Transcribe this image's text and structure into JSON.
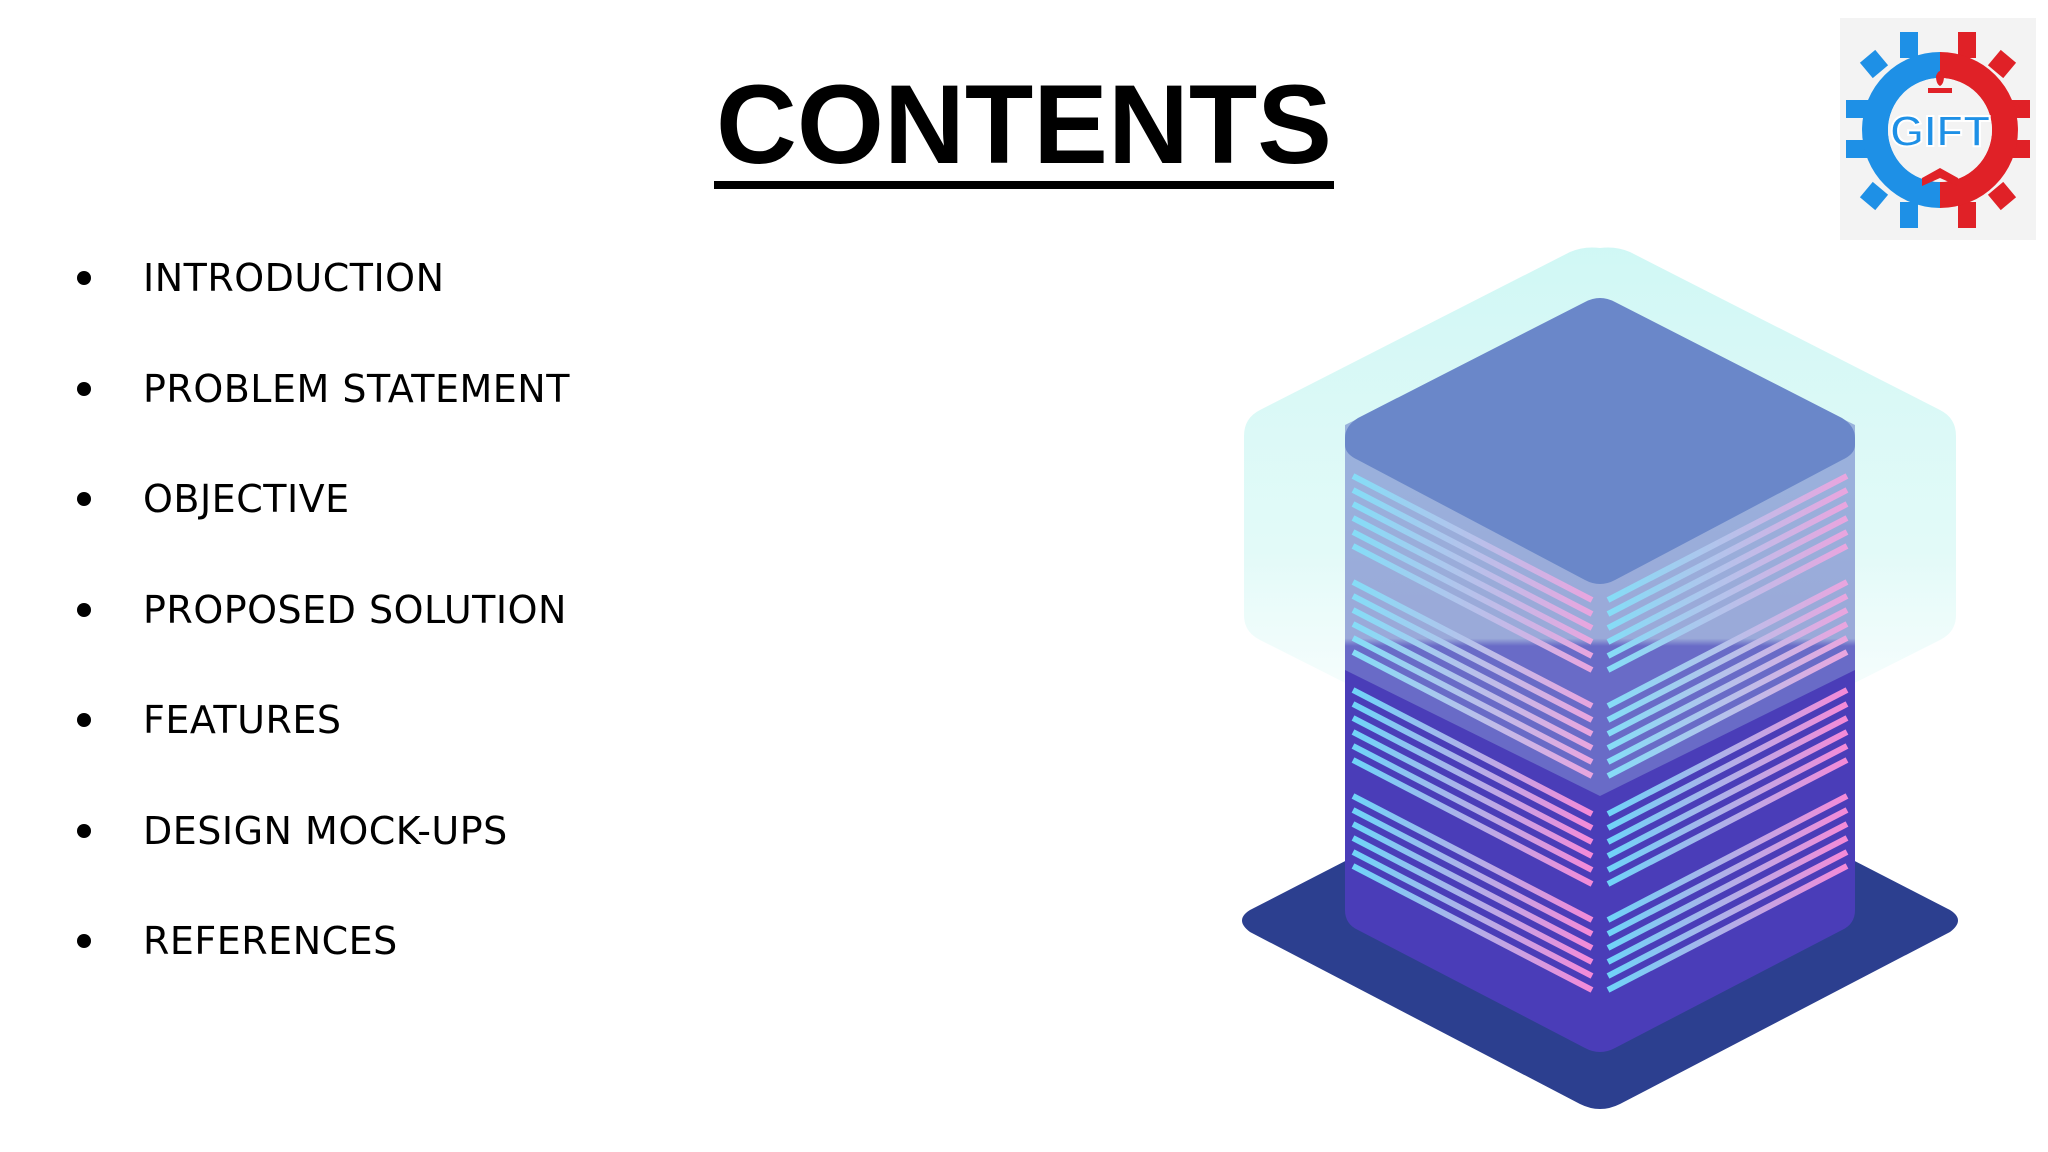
{
  "slide": {
    "title": "CONTENTS",
    "items": [
      {
        "label": "INTRODUCTION"
      },
      {
        "label": "PROBLEM STATEMENT"
      },
      {
        "label": "OBJECTIVE"
      },
      {
        "label": "PROPOSED SOLUTION"
      },
      {
        "label": "FEATURES"
      },
      {
        "label": "DESIGN MOCK-UPS"
      },
      {
        "label": "REFERENCES"
      }
    ]
  },
  "logo": {
    "text": "GIFT",
    "colors": {
      "gear_blue": "#1e90e6",
      "gear_red": "#e02127",
      "text": "#ffffff"
    }
  },
  "illustration": {
    "icon": "server-stack-icon",
    "colors": {
      "glow": "#c8f6f3",
      "base": "#2c3f8f",
      "top": "#6a87c9",
      "lower_body": "#4a3db8",
      "stripe_cyan": "#6fd4f8",
      "stripe_pink": "#f48ad8"
    }
  }
}
